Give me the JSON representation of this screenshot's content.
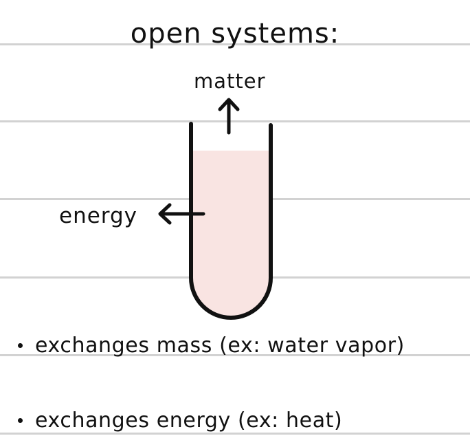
{
  "title": "open systems:",
  "labels": {
    "matter": "matter",
    "energy": "energy"
  },
  "bullets": [
    "exchanges mass (ex: water vapor)",
    "exchanges energy (ex: heat)"
  ],
  "colors": {
    "ink": "#111111",
    "liquid": "#f9e4e2",
    "rule_lines": "#d2d2d2",
    "background": "#ffffff"
  },
  "icons": {
    "matter_arrow": "arrow-up-icon",
    "energy_arrow": "arrow-left-icon"
  }
}
